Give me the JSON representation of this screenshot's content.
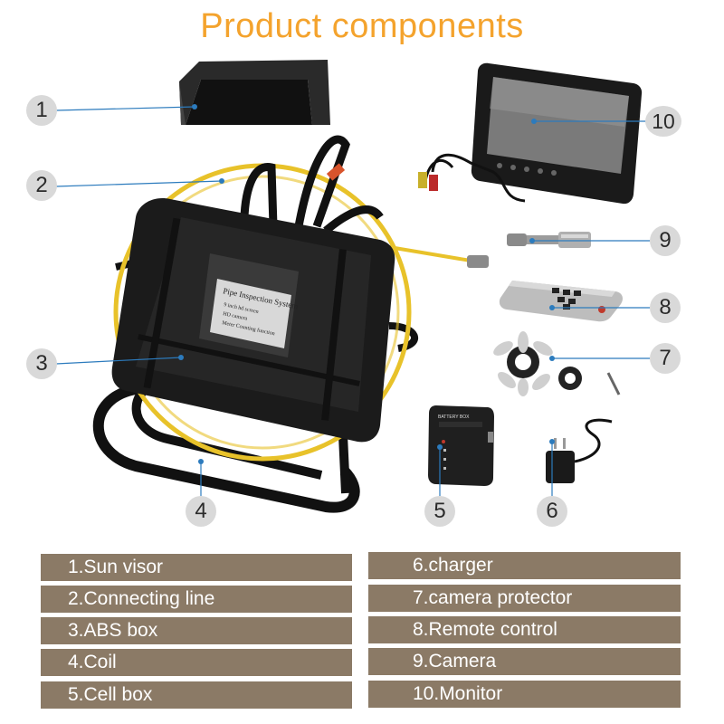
{
  "title": "Product components",
  "callouts": [
    "1",
    "2",
    "3",
    "4",
    "5",
    "6",
    "7",
    "8",
    "9",
    "10"
  ],
  "case_label": {
    "line1": "Pipe Inspection System",
    "line2": "9 inch hd screen",
    "line3": "HD camera",
    "line4": "Meter Counting function"
  },
  "battery_box_label": "BATTERY BOX",
  "legend_left": [
    "1.Sun visor",
    "2.Connecting line",
    "3.ABS box",
    "4.Coil",
    "5.Cell box"
  ],
  "legend_right": [
    "6.charger",
    "7.camera protector",
    "8.Remote control",
    "9.Camera",
    "10.Monitor"
  ],
  "colors": {
    "title": "#f4a32d",
    "legend_bg": "#8b7a66",
    "callout_bg": "#d9d9d9",
    "cable": "#e8c22a"
  }
}
